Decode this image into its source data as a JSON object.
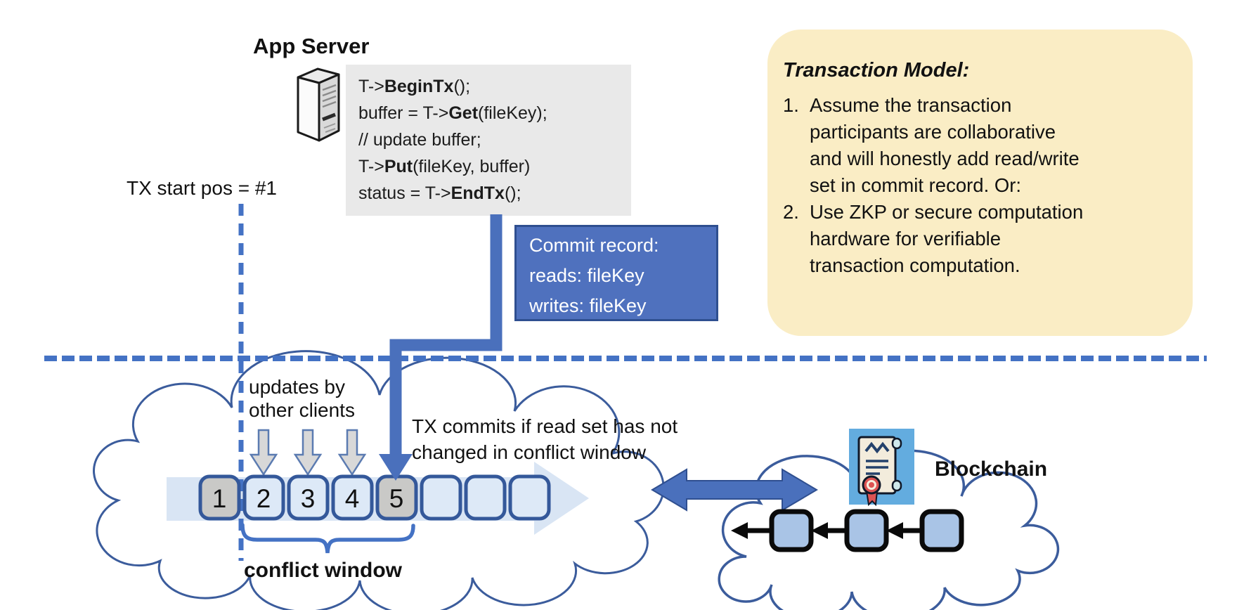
{
  "colors": {
    "accent_blue": "#4A70BC",
    "dashed_blue": "#4472C4",
    "code_bg": "#E9E9E9",
    "note_bg": "#FAEDC5",
    "commit_box_bg": "#4F71BE",
    "commit_box_border": "#2F4F90",
    "slot_fill": "#DDE9F7",
    "slot_gray": "#C9C9C7",
    "slot_border": "#34589A",
    "band_fill": "#D9E5F4",
    "cloud_stroke": "#3B5C9C",
    "block_fill": "#A9C4E6",
    "icon_bg": "#63ACDF",
    "seal_red": "#DD5353",
    "gray_arrow_fill": "#D8D8D8",
    "gray_arrow_stroke": "#5B7BB1"
  },
  "app_server": {
    "title": "App Server"
  },
  "code_block": {
    "lines": [
      {
        "pre": "T->",
        "bold": "BeginTx",
        "post": "();"
      },
      {
        "pre": "buffer = T->",
        "bold": "Get",
        "post": "(fileKey);"
      },
      {
        "pre": "// update buffer;",
        "bold": "",
        "post": ""
      },
      {
        "pre": "T->",
        "bold": "Put",
        "post": "(fileKey, buffer)"
      },
      {
        "pre": "status = T->",
        "bold": "EndTx",
        "post": "();"
      }
    ]
  },
  "tx_start": {
    "label": "TX start pos = #1"
  },
  "commit_record": {
    "lines": [
      "Commit record:",
      "reads: fileKey",
      "writes: fileKey"
    ]
  },
  "note": {
    "title": "Transaction Model:",
    "items": [
      {
        "marker": "1.",
        "lines": [
          "Assume the transaction",
          "participants are collaborative",
          "and will honestly add read/write",
          "set in commit record.  Or:"
        ]
      },
      {
        "marker": "2.",
        "lines": [
          "Use ZKP or secure computation",
          "hardware for verifiable",
          "transaction computation."
        ]
      }
    ]
  },
  "updates_label": {
    "lines": [
      "updates by",
      "other clients"
    ]
  },
  "commit_note": {
    "lines": [
      "TX commits if read set has not",
      "changed in conflict window"
    ]
  },
  "timeline": {
    "slots": [
      "1",
      "2",
      "3",
      "4",
      "5",
      "",
      "",
      ""
    ],
    "gray_slots": [
      0,
      4
    ]
  },
  "conflict_window": {
    "label": "conflict window"
  },
  "blockchain": {
    "label": "Blockchain"
  }
}
